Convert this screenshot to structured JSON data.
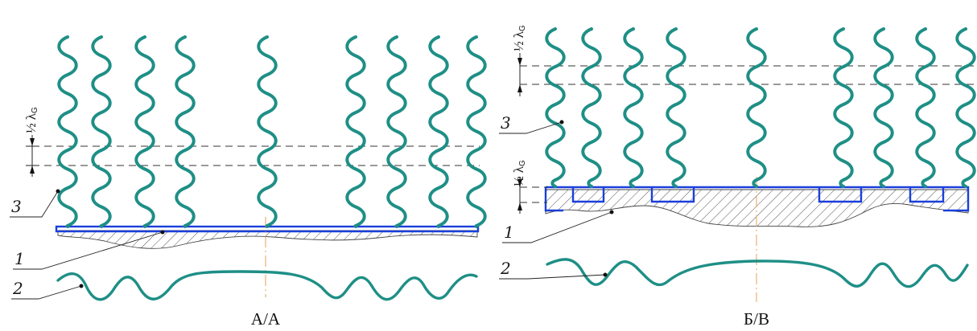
{
  "panels": [
    {
      "caption": "А/А",
      "callouts": [
        {
          "text": "1"
        },
        {
          "text": "2"
        },
        {
          "text": "3"
        }
      ],
      "dimension": {
        "fraction": "½",
        "symbol": "λ",
        "subscript": "G"
      }
    },
    {
      "caption": "Б/В",
      "callouts": [
        {
          "text": "1"
        },
        {
          "text": "2"
        },
        {
          "text": "3"
        }
      ],
      "dimension": {
        "fraction": "½",
        "symbol": "λ",
        "subscript": "G"
      }
    }
  ],
  "colors": {
    "fiber": "#1e8f86",
    "base_plate": "#1a3fdc",
    "center_line": "#e7a15a",
    "lines": "#222222"
  }
}
